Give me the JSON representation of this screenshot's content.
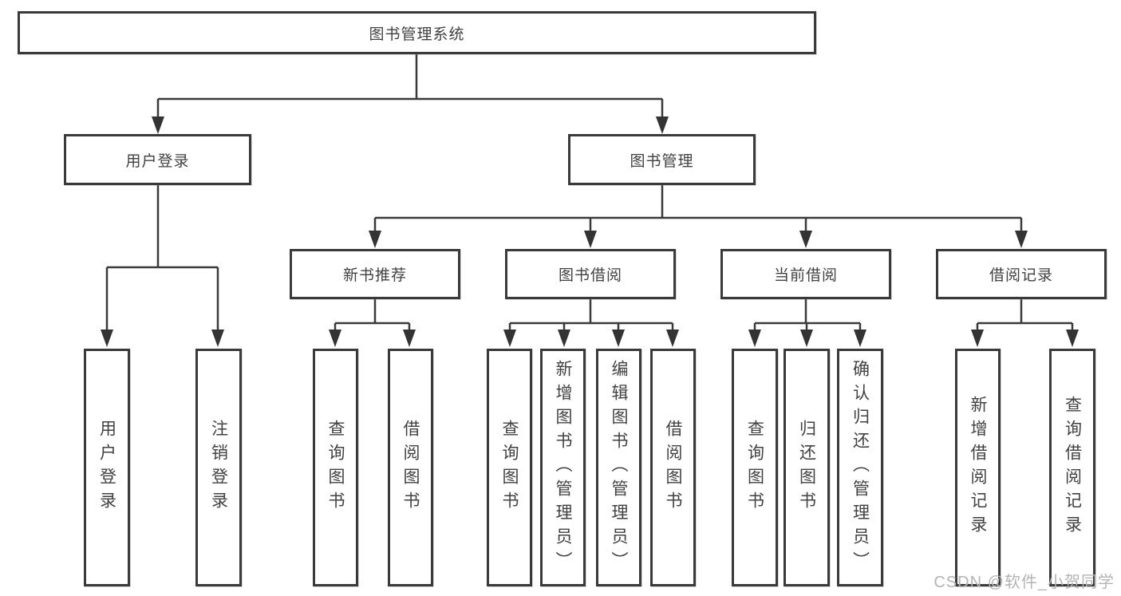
{
  "diagram": {
    "root": {
      "label": "图书管理系统",
      "children": [
        {
          "label": "用户登录",
          "children": [
            {
              "label": "用户登录"
            },
            {
              "label": "注销登录"
            }
          ]
        },
        {
          "label": "图书管理",
          "children": [
            {
              "label": "新书推荐",
              "children": [
                {
                  "label": "查询图书"
                },
                {
                  "label": "借阅图书"
                }
              ]
            },
            {
              "label": "图书借阅",
              "children": [
                {
                  "label": "查询图书"
                },
                {
                  "label": "新增图书（管理员）"
                },
                {
                  "label": "编辑图书（管理员）"
                },
                {
                  "label": "借阅图书"
                }
              ]
            },
            {
              "label": "当前借阅",
              "children": [
                {
                  "label": "查询图书"
                },
                {
                  "label": "归还图书"
                },
                {
                  "label": "确认归还（管理员）"
                }
              ]
            },
            {
              "label": "借阅记录",
              "children": [
                {
                  "label": "新增借阅记录"
                },
                {
                  "label": "查询借阅记录"
                }
              ]
            }
          ]
        }
      ]
    },
    "watermark": "CSDN @软件_小贺同学",
    "colors": {
      "line": "#3a3a3a",
      "text": "#414141",
      "watermark": "#b4b4b4",
      "background": "#ffffff"
    }
  }
}
